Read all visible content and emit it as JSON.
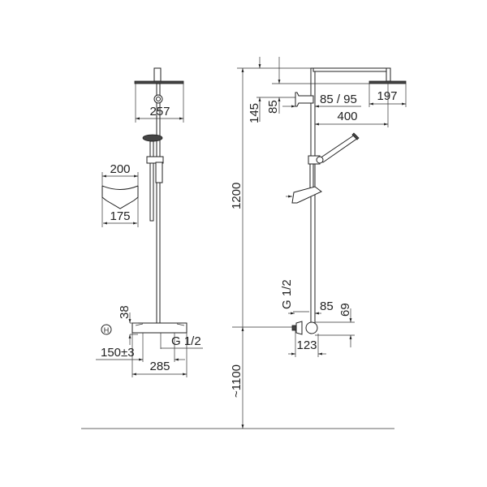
{
  "front_view": {
    "head_width": "257",
    "shelf_top_width": "200",
    "shelf_bottom_width": "175",
    "mixer_height": "38",
    "inlet_thread": "G 1/2",
    "inlet_spacing": "150±3",
    "mixer_width": "285",
    "symbol": "H"
  },
  "side_view": {
    "height_bar": "1200",
    "floor_height": "~1100",
    "top_offset": "145",
    "holder_offset": "85",
    "wall_distance": "85 / 95",
    "head_diameter": "197",
    "arm_length": "400",
    "inlet_thread": "G 1/2",
    "mixer_projection": "85",
    "mixer_height": "69",
    "mixer_depth": "123"
  }
}
